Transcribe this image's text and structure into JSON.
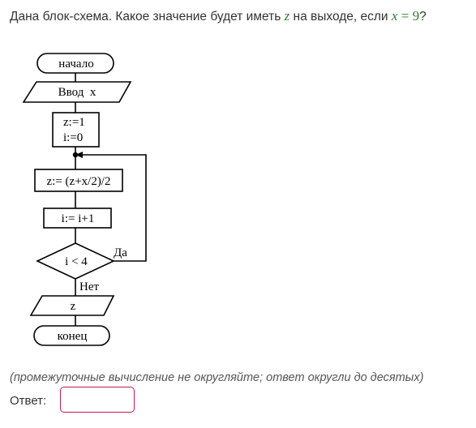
{
  "question": {
    "prefix": "Дана блок-схема. Какое значение будет иметь",
    "var_z": "z",
    "middle": "на выходе, если",
    "var_x": "x",
    "equals": "=",
    "value": "9",
    "suffix": "?"
  },
  "flowchart": {
    "start": "начало",
    "input": "Ввод  x",
    "init_line1": "z:=1",
    "init_line2": "i:=0",
    "compute": "z:= (z+x/2)/2",
    "increment": "i:= i+1",
    "condition": "i < 4",
    "yes_label": "Да",
    "no_label": "Нет",
    "output": "z",
    "end": "конец"
  },
  "hint": "(промежуточные вычисление не округляйте; ответ округли до десятых)",
  "answer": {
    "label": "Ответ:",
    "value": ""
  },
  "colors": {
    "input_border": "#c2185b",
    "math": "#2e7d32"
  }
}
